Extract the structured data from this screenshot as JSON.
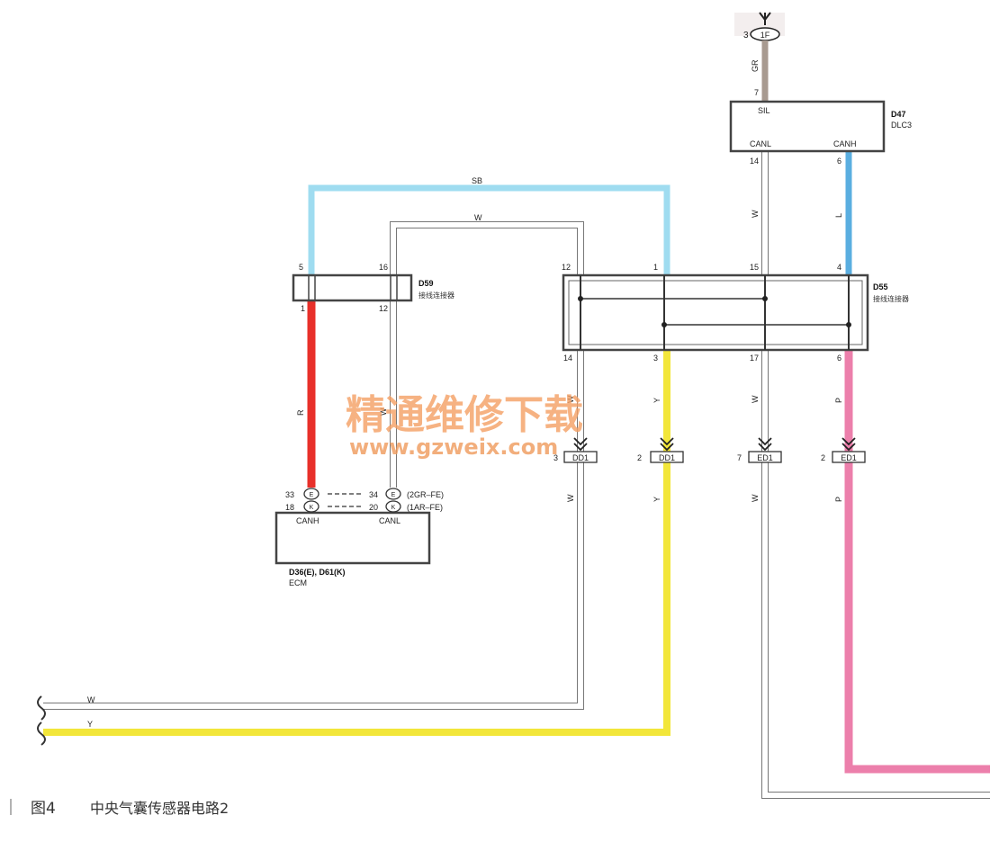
{
  "caption": {
    "prefix": "图4",
    "text": "中央气囊传感器电路2"
  },
  "watermark": {
    "line1": "精通维修下载",
    "line2": "www.gzweix.com"
  },
  "connectors": {
    "d47": {
      "id": "D47",
      "name": "DLC3",
      "pin_sil": "SIL",
      "pin_canl": "CANL",
      "pin_canh": "CANH"
    },
    "d59": {
      "id": "D59",
      "name": "接线连接器"
    },
    "d55": {
      "id": "D55",
      "name": "接线连接器"
    },
    "ecm": {
      "id": "D36(E), D61(K)",
      "name": "ECM",
      "pin_canh": "CANH",
      "pin_canl": "CANL"
    }
  },
  "junction_1f": {
    "pin": "3",
    "label": "1F"
  },
  "pins": {
    "d47_sil": "7",
    "d47_canl": "14",
    "d47_canh": "6",
    "d59_top_left": "5",
    "d59_top_right": "16",
    "d59_bot_left": "1",
    "d59_bot_right": "12",
    "d55_top_1": "12",
    "d55_top_2": "1",
    "d55_top_3": "15",
    "d55_top_4": "4",
    "d55_bot_1": "14",
    "d55_bot_2": "3",
    "d55_bot_3": "17",
    "d55_bot_4": "6"
  },
  "ecm_pins": [
    {
      "left": "33",
      "badge": "E",
      "right": "34",
      "model": "(2GR–FE)"
    },
    {
      "left": "18",
      "badge": "K",
      "right": "20",
      "model": "(1AR–FE)"
    }
  ],
  "terminals": [
    {
      "pin": "3",
      "label": "DD1"
    },
    {
      "pin": "2",
      "label": "DD1"
    },
    {
      "pin": "7",
      "label": "ED1"
    },
    {
      "pin": "2",
      "label": "ED1"
    }
  ],
  "wire_colors": {
    "gr": "GR",
    "sb": "SB",
    "w_top": "W",
    "w_canl": "W",
    "l_canh": "L",
    "r_canh": "R",
    "w_ecm": "W",
    "w_dd1_up": "W",
    "y_dd1_up": "Y",
    "w_ed1_up": "W",
    "p_ed1_up": "P",
    "w_dd1_dn": "W",
    "y_dd1_dn": "Y",
    "w_ed1_dn": "W",
    "p_ed1_dn": "P",
    "w_bottom": "W",
    "y_bottom": "Y"
  },
  "colors": {
    "red": "#e8302a",
    "yellow": "#f2e63a",
    "pink": "#ec7fab",
    "light_blue": "#9fdcf0",
    "blue": "#5aaee0",
    "grey_brown": "#a89a90",
    "white_wire": "#ffffff",
    "outline": "#555555"
  }
}
